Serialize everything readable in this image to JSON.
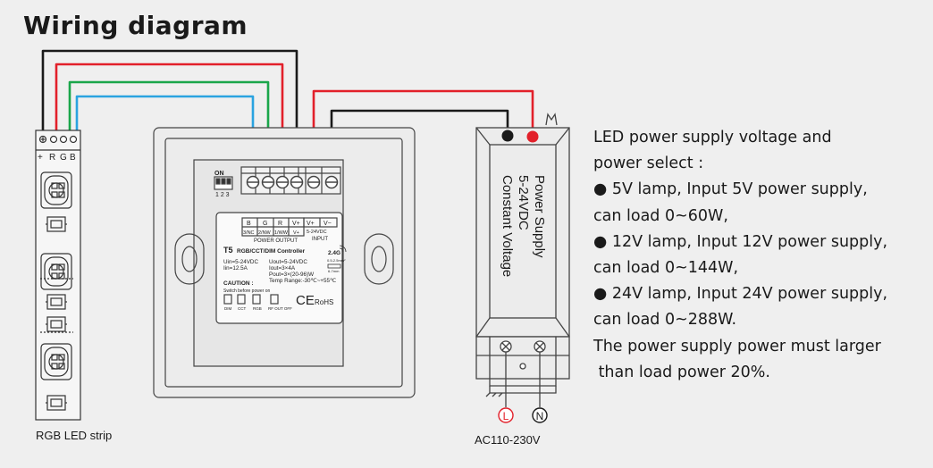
{
  "title": "Wiring diagram",
  "strip": {
    "pins": [
      "+",
      "R",
      "G",
      "B"
    ],
    "caption": "RGB LED strip"
  },
  "controller": {
    "dip_label": "ON",
    "dip_numbers": "1 2 3",
    "output_cols": [
      "B",
      "G",
      "R",
      "V+"
    ],
    "output_sub": [
      "3/NC",
      "2/NW",
      "1/WW",
      "V+"
    ],
    "output_label": "POWER OUTPUT",
    "input_cols": [
      "V+",
      "V−"
    ],
    "input_range": "5-24VDC",
    "input_label": "INPUT",
    "model": "T5",
    "model_name": "RGB/CCT/DIM Controller",
    "rf_band": "2.4G",
    "rf_note": "0.5-2.5mm²",
    "strip_len": "6-7mm",
    "uin": "Uin=5-24VDC",
    "iin": "Iin=12.5A",
    "uout": "Uout=5-24VDC",
    "iout": "Iout=3×4A",
    "pout": "Pout=3×(20-96)W",
    "temp": "Temp Range:-30℃~+55℃",
    "caution_title": "CAUTION :",
    "caution_text": "Switch before power on",
    "switch_labels": [
      "DIM",
      "CCT",
      "RGB",
      "RF OUT OFF"
    ],
    "ce": "CE",
    "rohs": "RoHS"
  },
  "psu": {
    "line1": "Power Supply",
    "line2": "5-24VDC",
    "line3": "Constant Voltage",
    "l_label": "L",
    "n_label": "N",
    "ac_caption": "AC110-230V"
  },
  "notes": [
    "LED power supply voltage and",
    "power select :",
    "● 5V lamp, Input 5V power supply,",
    "can load 0~60W,",
    "● 12V lamp, Input 12V power supply,",
    "can load 0~144W,",
    "● 24V lamp, Input 24V power supply,",
    "can load 0~288W.",
    "The power supply power must larger",
    " than load power 20%."
  ],
  "colors": {
    "black_wire": "#1a1a1a",
    "red_wire": "#e2202a",
    "green_wire": "#1aa64a",
    "blue_wire": "#2aa3e0"
  }
}
